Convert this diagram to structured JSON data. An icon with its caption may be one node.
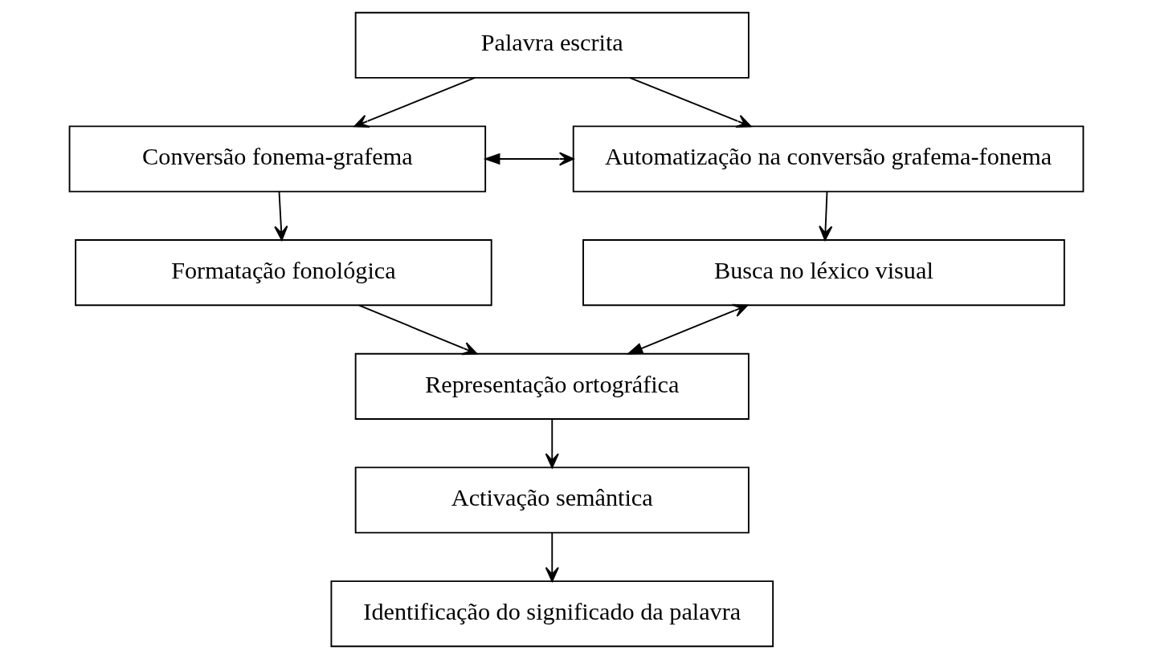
{
  "diagram": {
    "nodes": [
      {
        "text": [
          "Palavra escrita"
        ]
      },
      {
        "text": [
          "Conversão fonema-grafema"
        ]
      },
      {
        "text": [
          "Automatização na conversão grafema-fonema"
        ]
      },
      {
        "text": [
          "Formatação fonológica"
        ]
      },
      {
        "text": [
          "Busca no léxico visual"
        ]
      },
      {
        "text": [
          "Representação ortográfica"
        ]
      },
      {
        "text": [
          "Activação semântica"
        ]
      },
      {
        "text": [
          "Identificação do significado da palavra"
        ]
      }
    ],
    "edges": [
      {
        "from": 0,
        "to": 1,
        "arrow": "to"
      },
      {
        "from": 0,
        "to": 2,
        "arrow": "to"
      },
      {
        "from": 1,
        "to": 2,
        "arrow": "both"
      },
      {
        "from": 1,
        "to": 3,
        "arrow": "to"
      },
      {
        "from": 2,
        "to": 4,
        "arrow": "to"
      },
      {
        "from": 3,
        "to": 5,
        "arrow": "to"
      },
      {
        "from": 5,
        "to": 4,
        "arrow": "both"
      },
      {
        "from": 5,
        "to": 6,
        "arrow": "to"
      },
      {
        "from": 6,
        "to": 7,
        "arrow": "to"
      }
    ]
  }
}
